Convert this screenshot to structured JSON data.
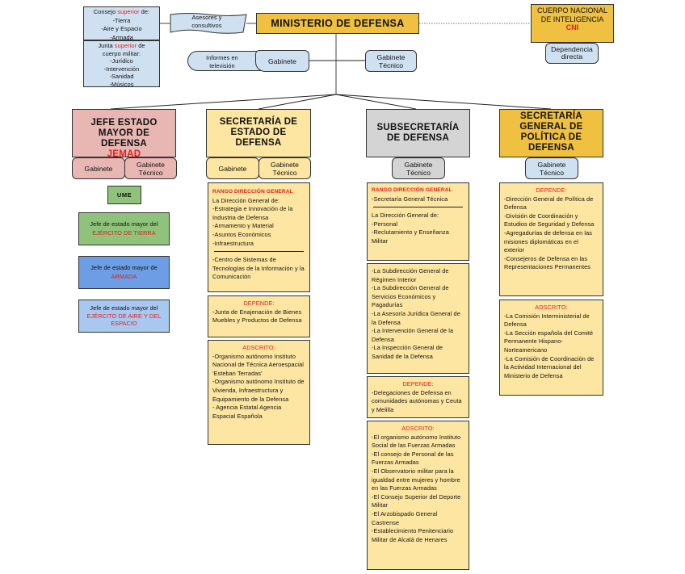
{
  "ministerio": {
    "title": "MINISTERIO DE DEFENSA"
  },
  "consejo": {
    "prefix": "Consejo ",
    "highlight": "superior",
    "suffix": " de:",
    "items": [
      "-Tierra",
      "-Aire y Espacio",
      "-Armada"
    ]
  },
  "junta": {
    "prefix": "Junta ",
    "highlight": "superior",
    "suffix": " de",
    "line2": "cuerpo militar:",
    "items": [
      "-Jurídico",
      "-Intervención",
      "-Sanidad",
      "-Músicos"
    ]
  },
  "asesores": {
    "label": "Asesores y consultivos"
  },
  "informes": {
    "label": "Informes en televisión"
  },
  "gabinete_top": {
    "label": "Gabinete"
  },
  "gabinete_tecnico_top": {
    "label": "Gabinete Técnico"
  },
  "cni": {
    "title": "CUERPO NACIONAL DE INTELIGENCIA",
    "abbr": "CNI",
    "dependencia": "Dependencia directa"
  },
  "jemad": {
    "title": "JEFE ESTADO MAYOR DE DEFENSA",
    "abbr": "JEMAD",
    "gabinete": "Gabinete",
    "gabinete_tecnico": "Gabinete Técnico",
    "ume": "UME",
    "ejercitos": [
      {
        "prefix": "Jefe de estado mayor del",
        "name": "EJÉRCITO DE TIERRA"
      },
      {
        "prefix": "Jefe de estado mayor de",
        "name": "ARMADA"
      },
      {
        "prefix": "Jefe de estado mayor del",
        "name": "EJÉRCITO DE AIRE Y DEL ESPACIO"
      }
    ]
  },
  "sed": {
    "title": "SECRETARÍA DE ESTADO DE DEFENSA",
    "gabinete": "Gabinete",
    "gabinete_tecnico": "Gabinete Técnico",
    "rango_label": "RANGO DIRECCIÓN GENERAL",
    "rango_items": [
      "La Dirección General de:",
      "-Estrategia e Innovación de la Industria de Defensa",
      "-Armamento y Material",
      "-Asuntos Económicos",
      "-Infraestructura"
    ],
    "rango_items2": [
      "-Centro de Sistemas de Tecnologías de la Información y la Comunicación"
    ],
    "depende_label": "DEPENDE:",
    "depende_items": [
      "-Junta de Enajenación de Bienes Muebles y Productos de Defensa"
    ],
    "adscrito_label": "ADSCRITO:",
    "adscrito_items": [
      "-Organismo autónomo Instituto Nacional de Técnica Aeroespacial 'Esteban Terradas'",
      "-Organismo autónomo Instituto de Vivienda, Infraestructura y Equipamiento de la Defensa",
      "- Agencia Estatal Agencia Espacial Española"
    ]
  },
  "subsec": {
    "title": "SUBSECRETARÍA DE DEFENSA",
    "gabinete_tecnico": "Gabinete Técnico",
    "rango_label": "RANGO DIRECCIÓN GENERAL",
    "rango_items": [
      "-Secretaría General Técnica"
    ],
    "rango_items2": [
      "La Dirección General de:",
      "-Personal",
      "-Reclutamiento y Enseñanza Militar"
    ],
    "sub_items": [
      "-La Subdirección General de Régimen Interior",
      "-La Subdirección General de Servicios Económicos y Pagadurías",
      "-La Asesoría Jurídica General de la Defensa",
      "-La Intervención General de la Defensa",
      "-La Inspección General de Sanidad de la Defensa"
    ],
    "depende_label": "DEPENDE:",
    "depende_items": [
      "-Delegaciones de Defensa en comunidades autónomas y Ceuta y Melilla"
    ],
    "adscrito_label": "ADSCRITO:",
    "adscrito_items": [
      "-El organismo autónomo Instituto Social de las Fuerzas Armadas",
      "-El consejo de Personal de las Fuerzas Armadas",
      "-El Observatorio militar para la igualdad entre mujeres y hombre en las Fuerzas Armadas",
      "-El Consejo Superior del Deporte Militar",
      "-El Arzobispado General Castrense",
      "-Establecimiento Penitenciario Militar de Alcalá de Henares"
    ]
  },
  "sgpd": {
    "title": "SECRETARÍA GENERAL DE POLÍTICA DE DEFENSA",
    "gabinete_tecnico": "Gabinete Técnico",
    "depende_label": "DEPENDE:",
    "depende_items": [
      "-Dirección General de Política de Defensa",
      "-División de Coordinación y Estudios de Seguridad y Defensa",
      "-Agregadurías de defensa en las misiones diplomáticas en el exterior",
      "-Consejeros de Defensa en las Representaciones Permanentes"
    ],
    "adscrito_label": "ADSCRITO:",
    "adscrito_items": [
      "-La Comisión Interministerial de Defensa",
      "-La Sección española del Comité Permanente Hispano-Norteamericano",
      "-La Comisión de Coordinación de la Actividad Internacional del Ministerio de Defensa"
    ]
  }
}
